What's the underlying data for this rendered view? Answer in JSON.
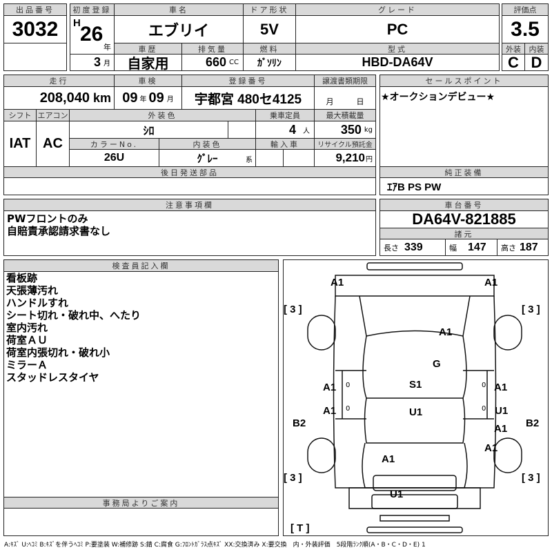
{
  "lot": {
    "label": "出品番号",
    "value": "3032"
  },
  "first_reg": {
    "label": "初度登録",
    "era": "H",
    "year": "26",
    "year_unit": "年",
    "month": "3",
    "month_unit": "月"
  },
  "car_name": {
    "label": "車名",
    "value": "エブリイ"
  },
  "door": {
    "label": "ドア形状",
    "value": "5V"
  },
  "grade": {
    "label": "グレード",
    "value": "PC"
  },
  "history": {
    "label": "車歴",
    "value": "自家用"
  },
  "displacement": {
    "label": "排気量",
    "value": "660",
    "unit": "CC"
  },
  "fuel": {
    "label": "燃料",
    "value": "ｶﾞｿﾘﾝ"
  },
  "model": {
    "label": "型式",
    "value": "HBD-DA64V"
  },
  "score": {
    "label": "評価点",
    "value": "3.5",
    "ext_label": "外装",
    "ext": "C",
    "int_label": "内装",
    "int": "D"
  },
  "mileage": {
    "label": "走行",
    "value": "208,040",
    "unit": "km"
  },
  "inspection": {
    "label": "車検",
    "year": "09",
    "year_unit": "年",
    "month": "09",
    "month_unit": "月"
  },
  "plate": {
    "label": "登録番号",
    "value": "宇都宮 480セ4125"
  },
  "transfer": {
    "label": "譲渡書類期限",
    "month_unit": "月",
    "day_unit": "日"
  },
  "shift": {
    "label": "シフト",
    "value": "IAT"
  },
  "aircon": {
    "label": "エアコン",
    "value": "AC"
  },
  "ext_color": {
    "label": "外装色",
    "value": "ｼﾛ"
  },
  "capacity": {
    "label": "乗車定員",
    "value": "4",
    "unit": "人"
  },
  "max_load": {
    "label": "最大積載量",
    "value": "350",
    "unit": "kg"
  },
  "color_no": {
    "label": "カラーNo.",
    "value": "26U"
  },
  "int_color": {
    "label": "内装色",
    "value": "ｸﾞﾚｰ",
    "suffix": "系"
  },
  "import": {
    "label": "輸入車"
  },
  "recycle": {
    "label": "リサイクル預託金",
    "value": "9,210",
    "unit": "円"
  },
  "later_parts": {
    "label": "後日発送部品"
  },
  "sales_point": {
    "label": "セールスポイント",
    "value": "★オークションデビュー★"
  },
  "equipment": {
    "label": "純正装備",
    "value": "ｴｱB PS PW"
  },
  "notes": {
    "label": "注意事項欄",
    "lines": [
      "PWフロントのみ",
      "自賠責承認請求書なし"
    ]
  },
  "chassis": {
    "label": "車台番号",
    "value": "DA64V-821885",
    "spec_label": "諸元",
    "length_label": "長さ",
    "length": "339",
    "width_label": "幅",
    "width": "147",
    "height_label": "高さ",
    "height": "187"
  },
  "inspector": {
    "label": "検査員記入欄",
    "lines": [
      "看板跡",
      "天張薄汚れ",
      "ハンドルすれ",
      "シート切れ・破れ中、へたり",
      "室内汚れ",
      "荷室ＡＵ",
      "荷室内張切れ・破れ小",
      "ミラーＡ",
      "スタッドレスタイヤ"
    ]
  },
  "office": {
    "label": "事務局よりご案内"
  },
  "diagram": {
    "marks": [
      "A1",
      "A1",
      "[ 3 ]",
      "[ 3 ]",
      "A1",
      "G",
      "A1",
      "S1",
      "A1",
      "A1",
      "U1",
      "U1",
      "A1",
      "B2",
      "B2",
      "A1",
      "A1",
      "[ 3 ]",
      "[ 3 ]",
      "U1",
      "[ T ]"
    ],
    "small": [
      "0",
      "0",
      "0",
      "0"
    ]
  },
  "legend": "A:ｷｽﾞ U:ﾍｺﾐ B:ｷｽﾞを伴うﾍｺﾐ P:要塗装 W:補修跡 S:錆 C:腐食 G:ﾌﾛﾝﾄｶﾞﾗｽ点ｷｽﾞ XX:交換済み X:要交換　内・外装評価　5段階ﾗﾝｸ順(A・B・C・D・E) 1"
}
